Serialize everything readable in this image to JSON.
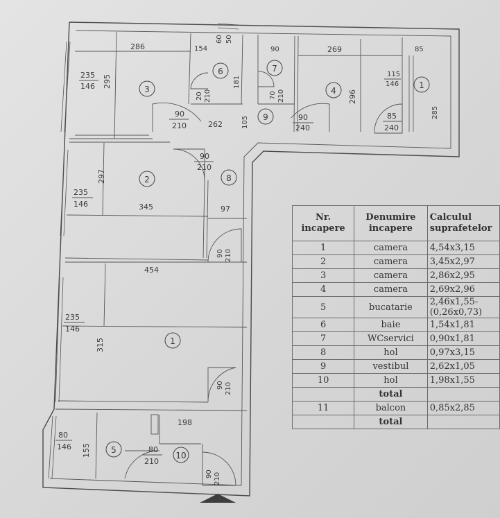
{
  "plan": {
    "rooms": [
      {
        "num": "1"
      },
      {
        "num": "2"
      },
      {
        "num": "3"
      },
      {
        "num": "4"
      },
      {
        "num": "5"
      },
      {
        "num": "6"
      },
      {
        "num": "7"
      },
      {
        "num": "8"
      },
      {
        "num": "9"
      },
      {
        "num": "10"
      }
    ],
    "dims": {
      "w286": "286",
      "w154": "154",
      "w60": "60",
      "w50": "50",
      "w90top": "90",
      "w269": "269",
      "w85top": "85",
      "h295": "295",
      "h181": "181",
      "h296": "296",
      "h285": "285",
      "w235_1": "235",
      "w146_1": "146",
      "w115": "115",
      "w146_r": "146",
      "d20a": "20",
      "d210a": "210",
      "d70": "70",
      "d210b": "210",
      "d90a": "90",
      "d210c": "210",
      "w262": "262",
      "w105": "105",
      "d90b": "90",
      "d240a": "240",
      "d85": "85",
      "d240b": "240",
      "d90c": "90",
      "d210d": "210",
      "h297": "297",
      "w235_2": "235",
      "w146_2": "146",
      "w345": "345",
      "w97": "97",
      "d90e": "90",
      "d210e": "210",
      "w454": "454",
      "w235_3": "235",
      "w146_3": "146",
      "h315": "315",
      "d90f": "90",
      "d210f": "210",
      "w198": "198",
      "w80w": "80",
      "w146_4": "146",
      "h155": "155",
      "d80": "80",
      "d210g": "210",
      "d90g": "90",
      "d210h": "210"
    }
  },
  "legend": {
    "headers": {
      "nr": [
        "Nr.",
        "incapere"
      ],
      "name": [
        "Denumire",
        "incapere"
      ],
      "calc": [
        "Calculul",
        "suprafetelor"
      ]
    },
    "rows": [
      {
        "nr": "1",
        "name": "camera",
        "calc": "4,54x3,15"
      },
      {
        "nr": "2",
        "name": "camera",
        "calc": "3,45x2,97"
      },
      {
        "nr": "3",
        "name": "camera",
        "calc": "2,86x2,95"
      },
      {
        "nr": "4",
        "name": "camera",
        "calc": "2,69x2,96"
      },
      {
        "nr": "5",
        "name": "bucatarie",
        "calc": "2,46x1,55-",
        "calc2": "(0,26x0,73)"
      },
      {
        "nr": "6",
        "name": "baie",
        "calc": "1,54x1,81"
      },
      {
        "nr": "7",
        "name": "WCservici",
        "calc": "0,90x1,81"
      },
      {
        "nr": "8",
        "name": "hol",
        "calc": "0,97x3,15"
      },
      {
        "nr": "9",
        "name": "vestibul",
        "calc": "2,62x1,05"
      },
      {
        "nr": "10",
        "name": "hol",
        "calc": "1,98x1,55"
      }
    ],
    "total1": "total",
    "balcony": {
      "nr": "11",
      "name": "balcon",
      "calc": "0,85x2,85"
    },
    "total2": "total"
  }
}
